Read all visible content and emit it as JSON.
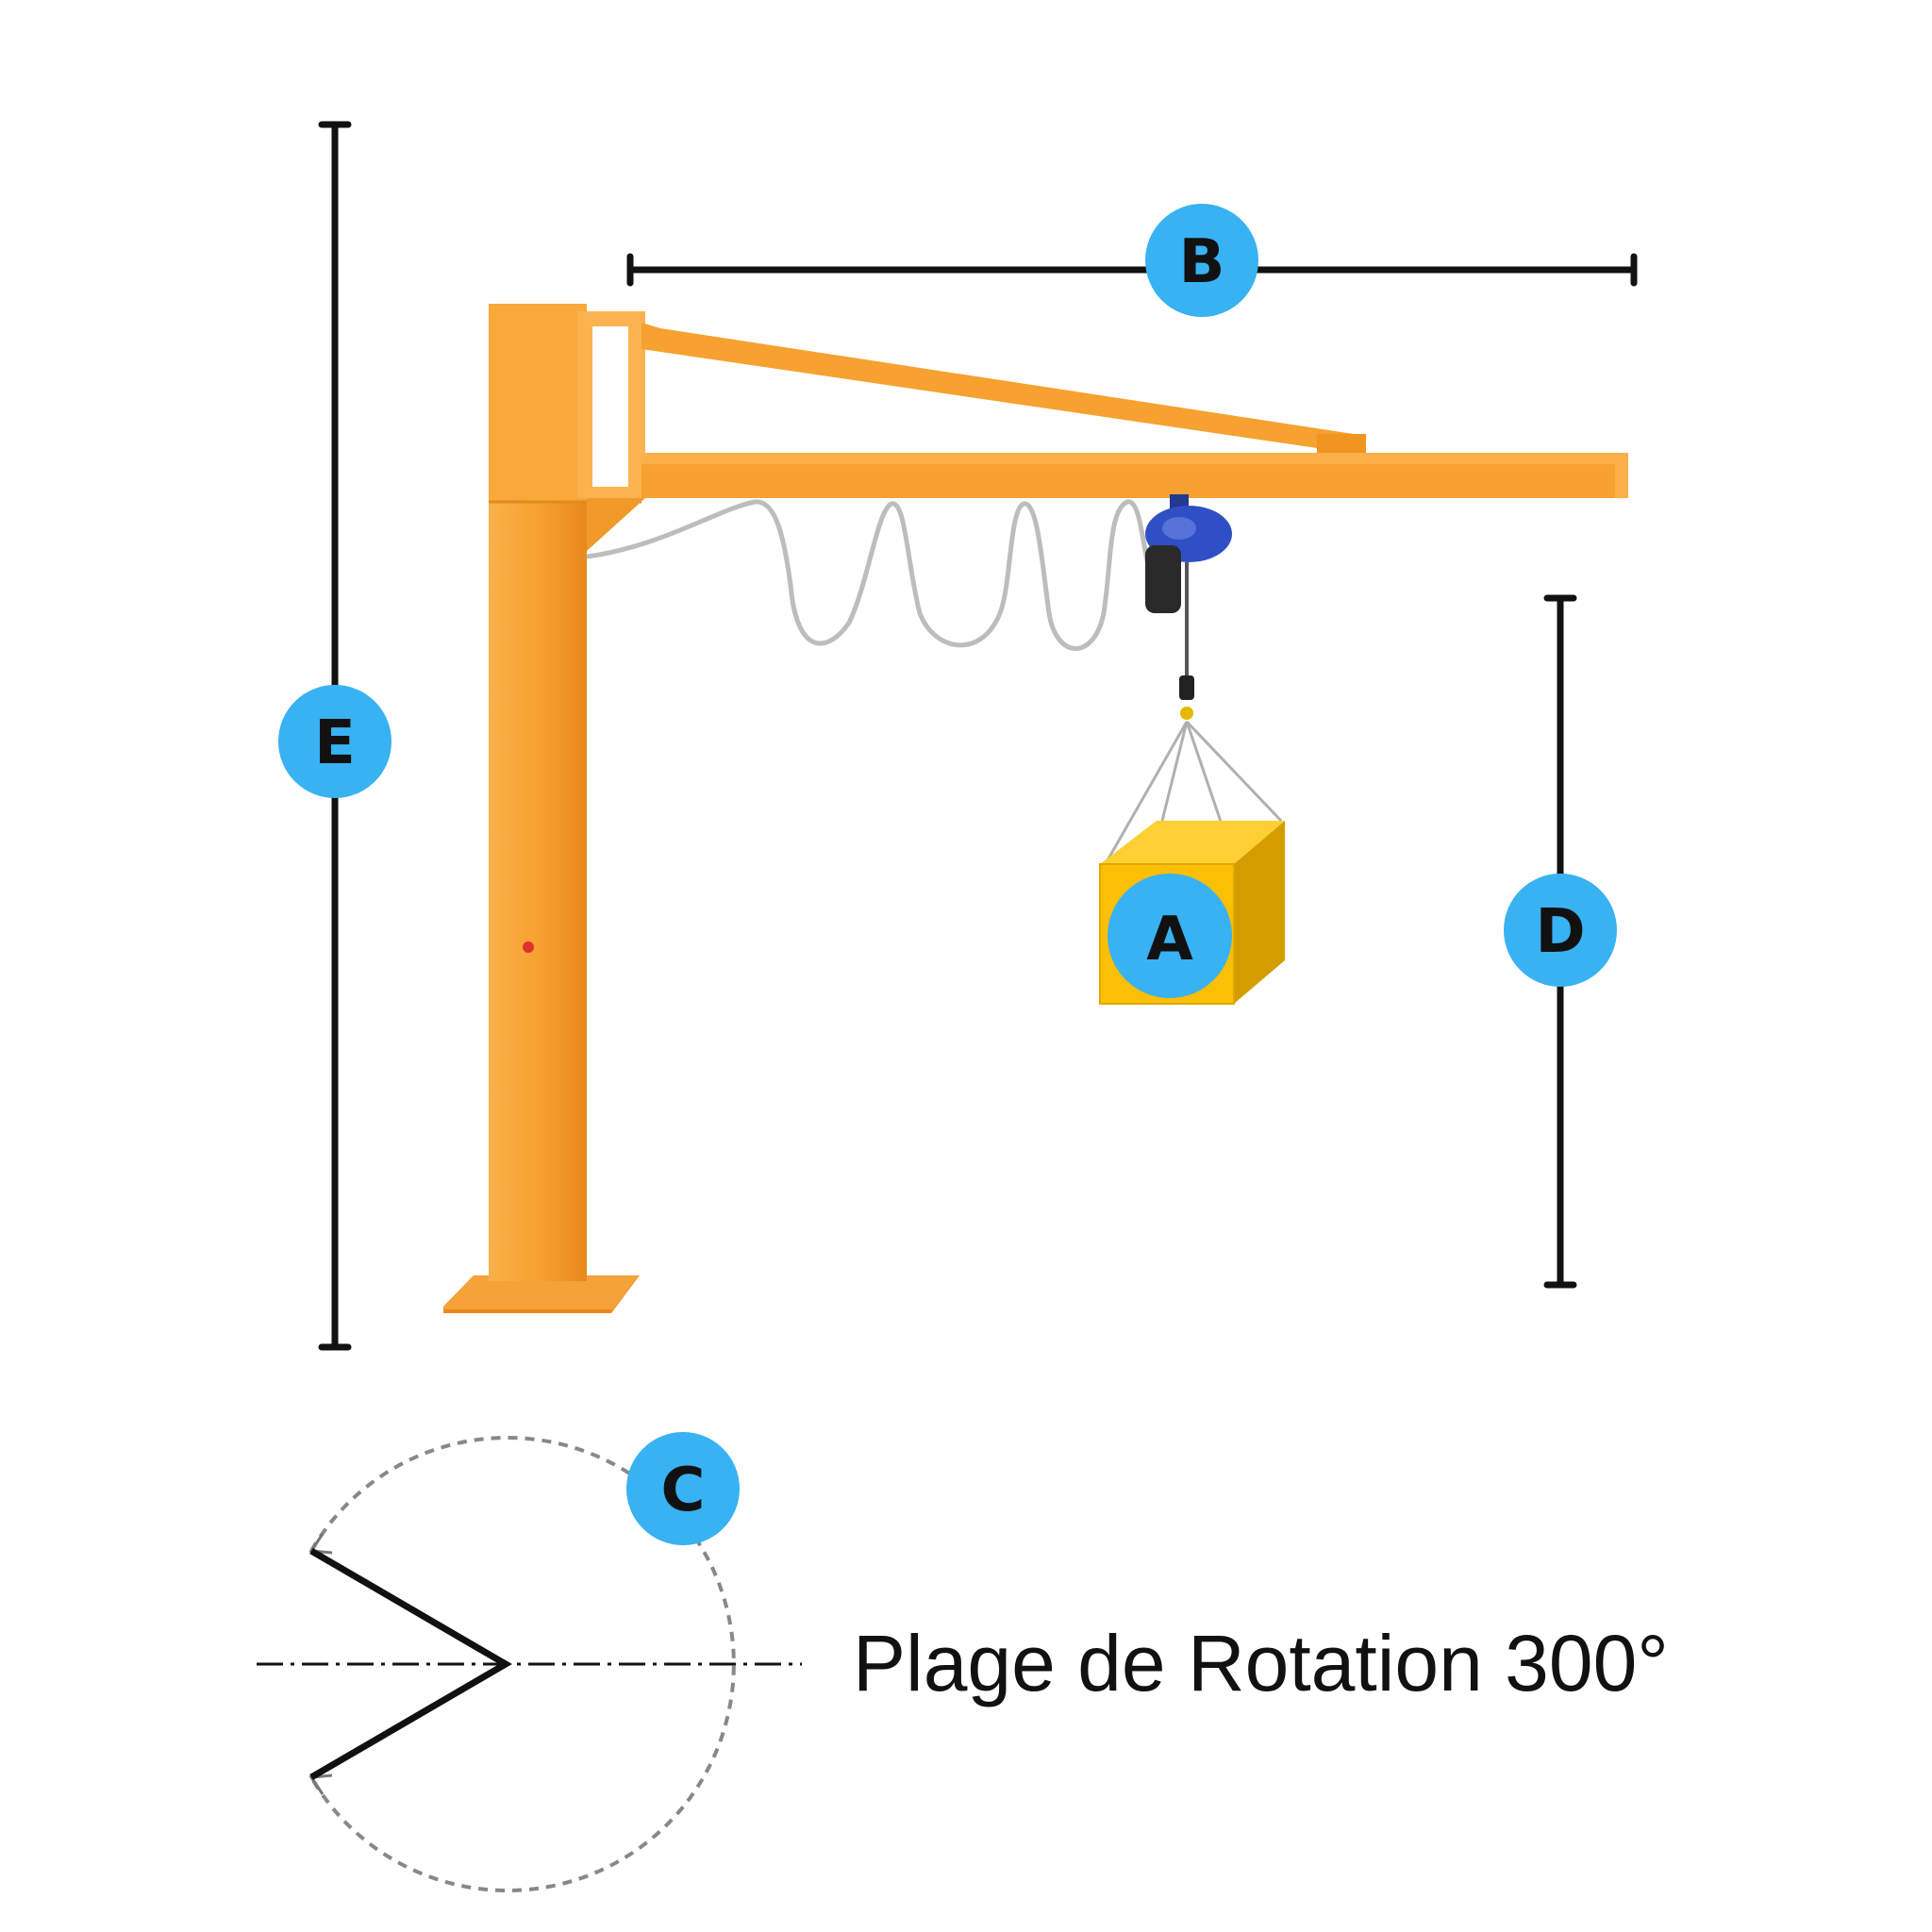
{
  "colors": {
    "crane_orange": "#f7a130",
    "crane_orange_dark": "#e8891c",
    "crane_orange_light": "#fbb04a",
    "hoist_blue": "#2f4fc4",
    "load_yellow": "#fbbf05",
    "load_top": "#fdcf33",
    "load_side": "#d39d00",
    "marker_blue": "#38b2f2",
    "dimension_line": "#111111",
    "dashed_arc": "#888888"
  },
  "markers": {
    "a": "A",
    "b": "B",
    "c": "C",
    "d": "D",
    "e": "E"
  },
  "caption": "Plage de Rotation 300°",
  "rotation_degrees": 300
}
